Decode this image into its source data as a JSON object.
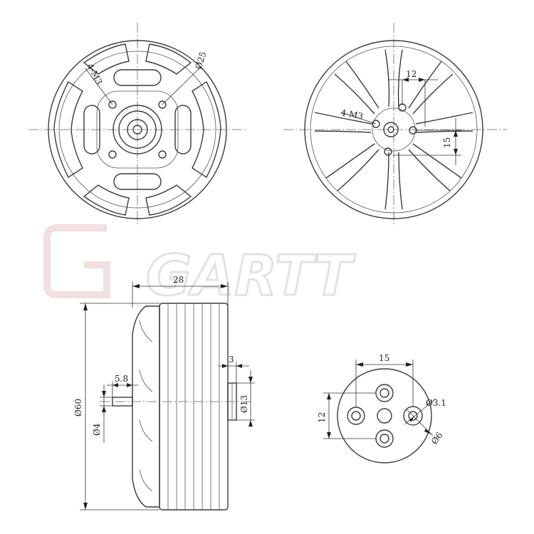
{
  "watermark": {
    "brand": "GARTT"
  },
  "front_view": {
    "hole_label": "4-M3",
    "diameter_label": "Ø25"
  },
  "rear_view": {
    "hole_label": "4-M3",
    "width_label": "12",
    "height_label": "15"
  },
  "side_view": {
    "length_label": "28",
    "diameter_label": "Ø60",
    "shaft_length_label": "5.8",
    "shaft_diameter_label": "Ø4",
    "boss_length_label": "3",
    "boss_diameter_label": "Ø13"
  },
  "mount_pattern": {
    "width_label": "15",
    "height_label": "12",
    "hole_diameter_label": "Ø3.1",
    "counterbore_label": "Ø6"
  }
}
